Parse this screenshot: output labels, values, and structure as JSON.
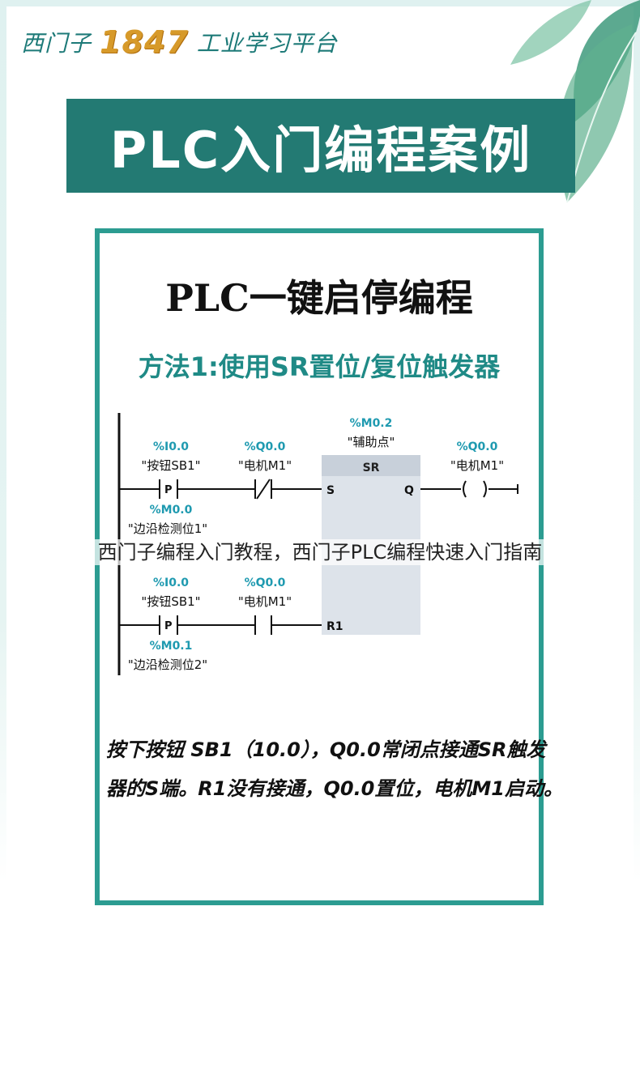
{
  "brand": {
    "prefix": "西门子",
    "number": "1847",
    "suffix": "工业学习平台"
  },
  "banner": {
    "title": "PLC入门编程案例"
  },
  "card": {
    "title": "PLC一键启停编程",
    "subtitle": "方法1:使用SR置位/复位触发器",
    "ladder": {
      "sr_block": {
        "address": "%M0.2",
        "name": "\"辅助点\"",
        "label": "SR",
        "pin_s": "S",
        "pin_q": "Q",
        "pin_r1": "R1"
      },
      "rung1": {
        "contact1": {
          "address": "%I0.0",
          "name": "\"按钮SB1\"",
          "type": "P"
        },
        "edge_bit": {
          "address": "%M0.0",
          "name": "\"边沿检测位1\""
        },
        "contact2": {
          "address": "%Q0.0",
          "name": "\"电机M1\"",
          "type": "normally-closed"
        },
        "coil": {
          "address": "%Q0.0",
          "name": "\"电机M1\""
        }
      },
      "rung2": {
        "contact1": {
          "address": "%I0.0",
          "name": "\"按钮SB1\"",
          "type": "P"
        },
        "edge_bit": {
          "address": "%M0.1",
          "name": "\"边沿检测位2\""
        },
        "contact2": {
          "address": "%Q0.0",
          "name": "\"电机M1\"",
          "type": "normally-open"
        }
      }
    },
    "description": {
      "line1": "按下按钮 SB1（10.0），Q0.0常闭点接通SR触发",
      "line2": "器的S端。R1没有接通，Q0.0置位，电机M1启动。"
    }
  },
  "caption": "西门子编程入门教程，西门子PLC编程快速入门指南",
  "colors": {
    "teal_dark": "#237a73",
    "teal_border": "#2c9c91",
    "accent_gold": "#d79a2a",
    "label_blue": "#1f9ab0"
  }
}
